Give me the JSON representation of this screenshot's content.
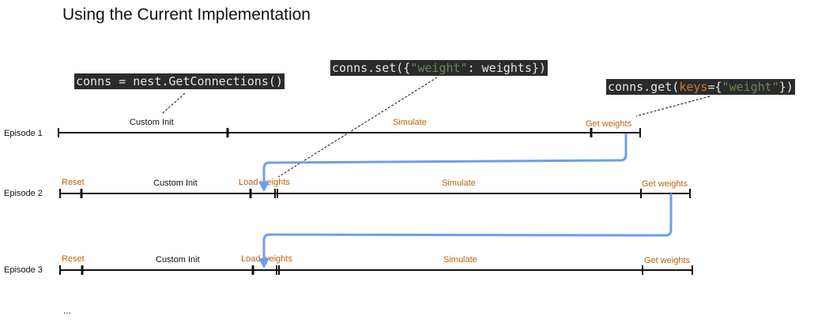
{
  "title": "Using the Current Implementation",
  "code_snippets": {
    "get_connections": "conns = nest.GetConnections()",
    "set_weights": {
      "pre": "conns.set({",
      "str": "\"weight\"",
      "post": ": weights})"
    },
    "get_weights": {
      "pre": "conns.get(",
      "kw": "keys",
      "mid": "={",
      "str": "\"weight\"",
      "post": "})"
    }
  },
  "episodes": [
    {
      "label": "Episode 1",
      "phases": {
        "init": "Custom Init",
        "simulate": "Simulate",
        "get": "Get weights"
      }
    },
    {
      "label": "Episode 2",
      "phases": {
        "reset": "Reset",
        "init": "Custom Init",
        "load": "Load weights",
        "simulate": "Simulate",
        "get": "Get weights"
      }
    },
    {
      "label": "Episode 3",
      "phases": {
        "reset": "Reset",
        "init": "Custom Init",
        "load": "Load weights",
        "simulate": "Simulate",
        "get": "Get weights"
      }
    }
  ],
  "ellipsis": "...",
  "colors": {
    "arrow": "#6d9eeb",
    "phase_orange": "#b8650c",
    "code_bg": "#2b2b2b",
    "code_string": "#6a8759",
    "code_keyword": "#cc7832"
  }
}
